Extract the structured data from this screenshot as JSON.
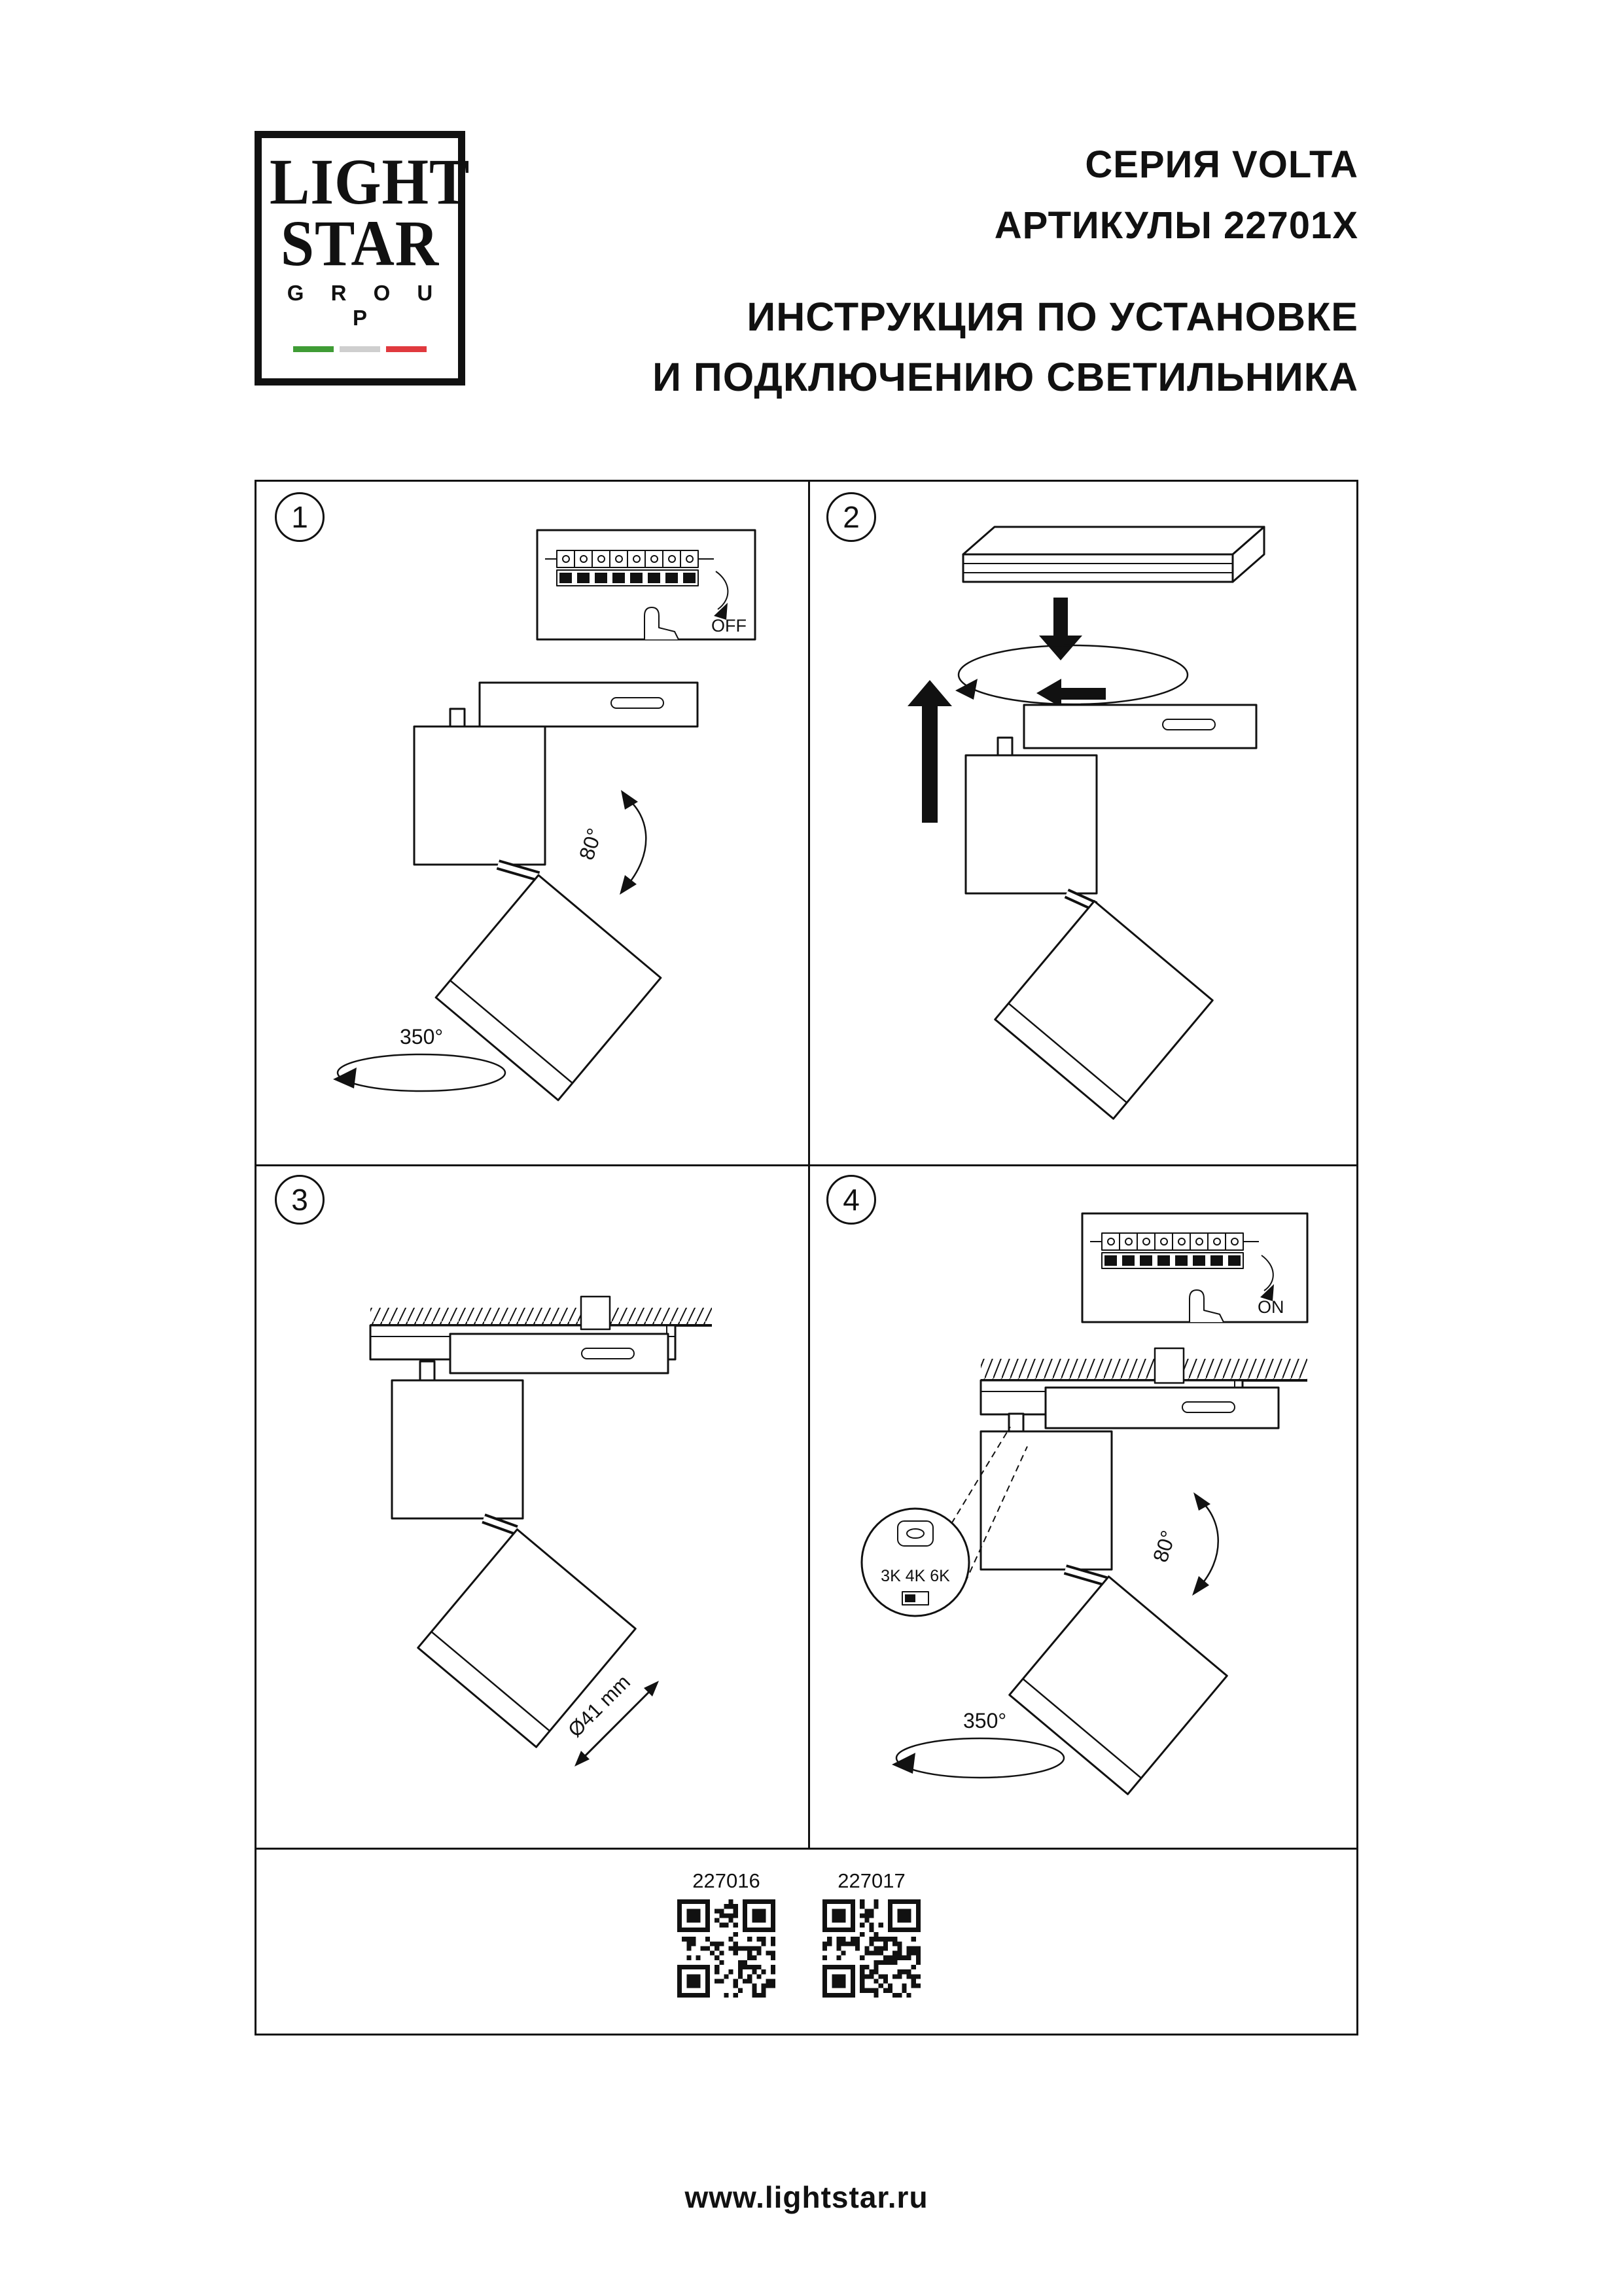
{
  "logo": {
    "word1": "LIGHT",
    "word2": "STAR",
    "group": "G R O U P"
  },
  "header": {
    "series": "СЕРИЯ VOLTA",
    "articles": "АРТИКУЛЫ 22701X",
    "instruction_line1": "ИНСТРУКЦИЯ ПО УСТАНОВКЕ",
    "instruction_line2": "И ПОДКЛЮЧЕНИЮ СВЕТИЛЬНИКА"
  },
  "steps": {
    "step1": {
      "number": "1",
      "switch_label": "OFF",
      "tilt": "80°",
      "rotation": "350°"
    },
    "step2": {
      "number": "2"
    },
    "step3": {
      "number": "3",
      "diameter": "Ø41 mm"
    },
    "step4": {
      "number": "4",
      "switch_label": "ON",
      "tilt": "80°",
      "rotation": "350°",
      "color_temp": "3K 4K 6K"
    }
  },
  "footer": {
    "code1": "227016",
    "code2": "227017",
    "website": "www.lightstar.ru"
  },
  "colors": {
    "ink": "#111111",
    "flag_green": "#3f9c35",
    "flag_middle": "#cfcfcf",
    "flag_red": "#e0393e"
  }
}
